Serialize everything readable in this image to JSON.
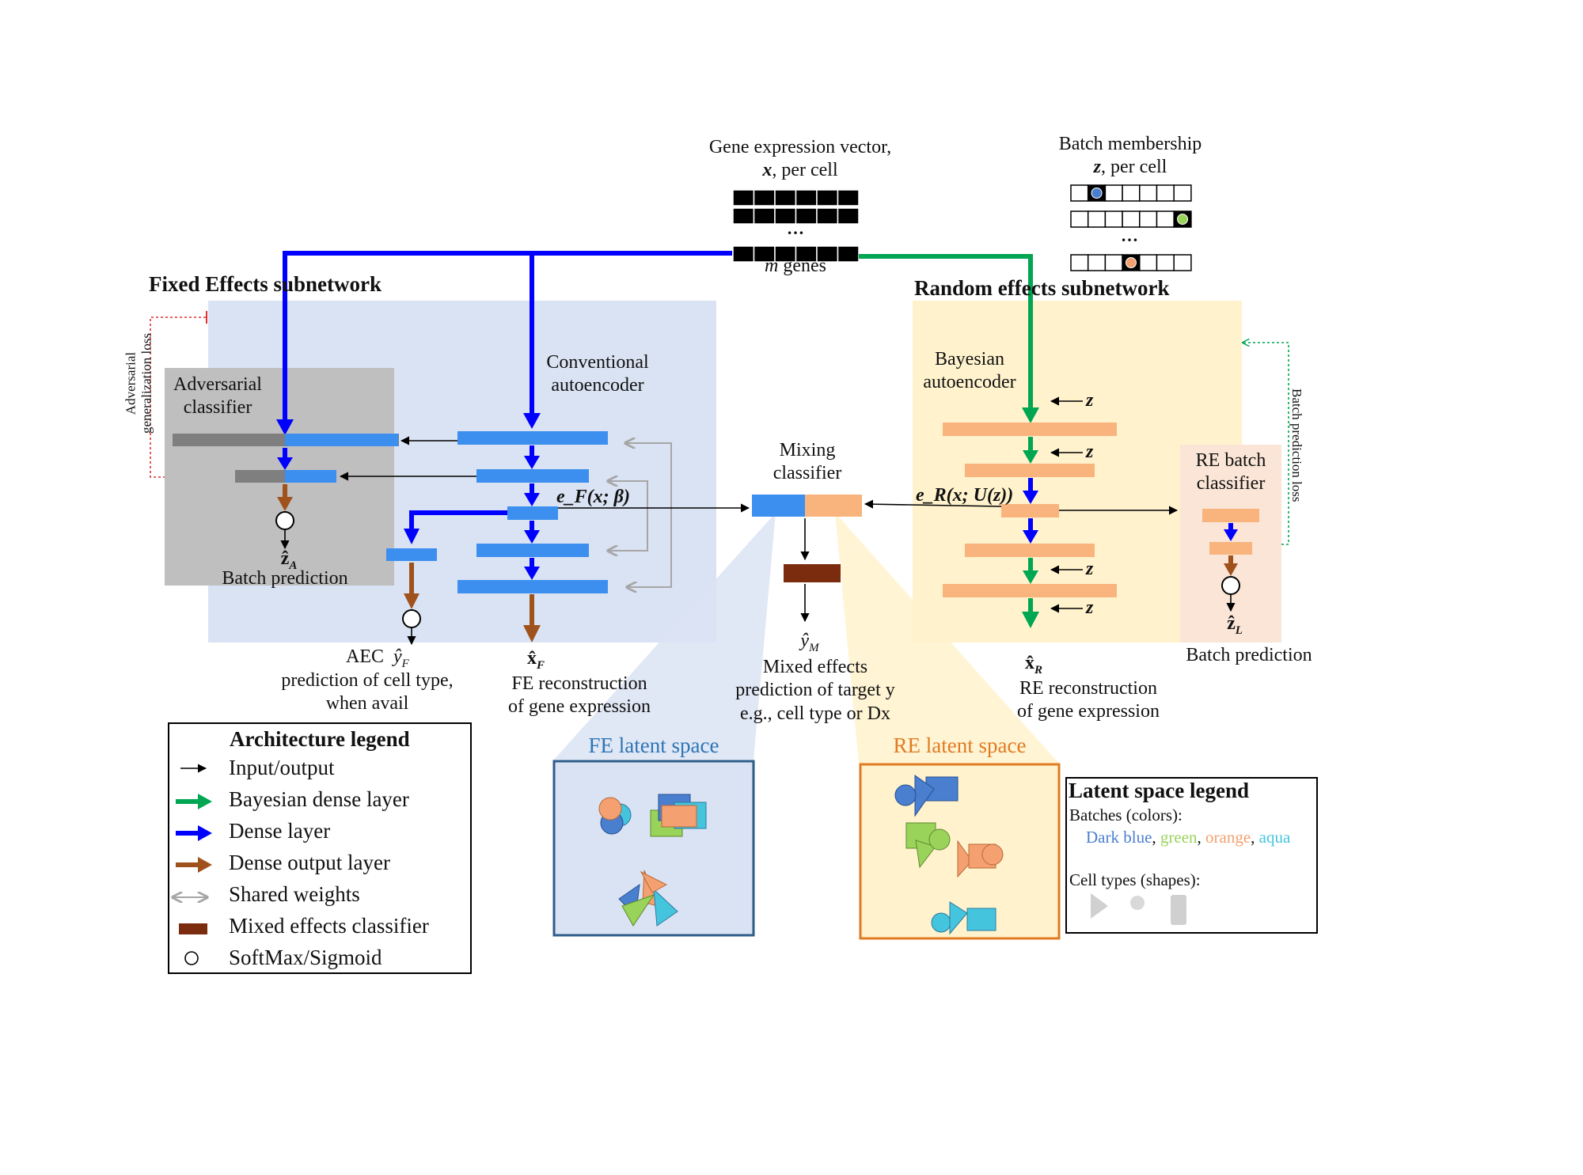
{
  "inputs": {
    "gene_title_line1": "Gene expression vector,",
    "gene_title_var": "x",
    "gene_title_line2": ", per cell",
    "gene_ellipsis": "…",
    "gene_footer_var": "m",
    "gene_footer": " genes",
    "batch_title_line1": "Batch membership",
    "batch_title_var": "z",
    "batch_title_line2": ", per cell",
    "batch_ellipsis": "…"
  },
  "fixed_effects": {
    "title": "Fixed Effects subnetwork",
    "adversarial_classifier_line1": "Adversarial",
    "adversarial_classifier_line2": "classifier",
    "adversarial_loss_line1": "Adversarial",
    "adversarial_loss_line2": "generalization loss",
    "batch_output_symbol": "ẑ",
    "batch_output_sub": "A",
    "batch_prediction": "Batch prediction",
    "conventional_autoencoder_line1": "Conventional",
    "conventional_autoencoder_line2": "autoencoder",
    "latent_label": "e_F(x; β)",
    "aec_label": "AEC",
    "aec_output_symbol": "ŷ",
    "aec_output_sub": "F",
    "aec_desc_line1": "prediction of cell type,",
    "aec_desc_line2": "when avail",
    "recon_symbol": "x̂",
    "recon_sub": "F",
    "recon_line1": "FE reconstruction",
    "recon_line2": "of gene expression"
  },
  "mixing": {
    "title_line1": "Mixing",
    "title_line2": "classifier",
    "output_symbol": "ŷ",
    "output_sub": "M",
    "desc_line1": "Mixed effects",
    "desc_line2": "prediction of target y",
    "desc_line3": "e.g., cell type or Dx"
  },
  "random_effects": {
    "title": "Random effects subnetwork",
    "bayesian_autoencoder_line1": "Bayesian",
    "bayesian_autoencoder_line2": "autoencoder",
    "z_input": "z",
    "latent_label": "e_R(x; U(z))",
    "re_batch_classifier_line1": "RE batch",
    "re_batch_classifier_line2": "classifier",
    "batch_output_symbol": "ẑ",
    "batch_output_sub": "L",
    "batch_prediction": "Batch prediction",
    "batch_loss": "Batch prediction loss",
    "recon_symbol": "x̂",
    "recon_sub": "R",
    "recon_line1": "RE reconstruction",
    "recon_line2": "of gene expression"
  },
  "architecture_legend": {
    "title": "Architecture legend",
    "items": [
      {
        "label": "Input/output",
        "icon": "black-arrow-icon",
        "color": "#000000"
      },
      {
        "label": "Bayesian dense layer",
        "icon": "green-arrow-icon",
        "color": "#00a651"
      },
      {
        "label": "Dense layer",
        "icon": "blue-arrow-icon",
        "color": "#0000ff"
      },
      {
        "label": "Dense output layer",
        "icon": "brown-arrow-icon",
        "color": "#a0521c"
      },
      {
        "label": "Shared weights",
        "icon": "grey-double-arrow-icon",
        "color": "#a6a6a6"
      },
      {
        "label": "Mixed effects classifier",
        "icon": "brown-rectangle-icon",
        "color": "#7b2c0f"
      },
      {
        "label": "SoftMax/Sigmoid",
        "icon": "circle-icon",
        "color": "#000000"
      }
    ]
  },
  "latent_spaces": {
    "fe_title": "FE latent space",
    "fe_color": "#2e75b6",
    "re_title": "RE latent space",
    "re_color": "#e07b22"
  },
  "latent_legend": {
    "title": "Latent space legend",
    "batches_label": "Batches (colors):",
    "batch_colors": [
      {
        "name": "Dark blue",
        "color": "#4a7fd0"
      },
      {
        "name": "green",
        "color": "#9ad35a"
      },
      {
        "name": "orange",
        "color": "#f4a070"
      },
      {
        "name": "aqua",
        "color": "#45c4de"
      }
    ],
    "separator": ", ",
    "cell_types_label": "Cell types (shapes):"
  },
  "colors": {
    "fe_panel": "#dae3f3",
    "re_panel": "#fff2cc",
    "adversarial_panel": "#bfbfbf",
    "re_classifier_panel": "#fbe5d6",
    "fe_layer": "#3d8fef",
    "re_layer": "#f8b47c",
    "dense_arrow": "#0000ff",
    "bayesian_arrow": "#00a651",
    "output_arrow": "#a0521c",
    "mixed_classifier": "#7b2c0f"
  }
}
